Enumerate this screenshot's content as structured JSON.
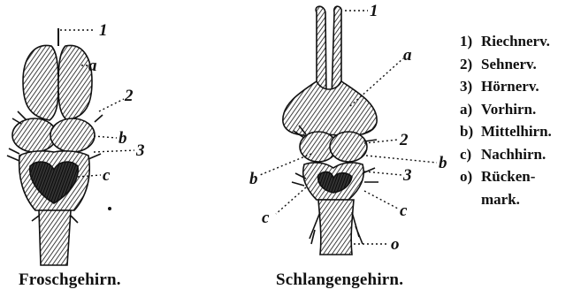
{
  "figure": {
    "frog": {
      "caption": "Froschgehirn.",
      "labels": {
        "n1": "1",
        "a": "a",
        "n2": "2",
        "b": "b",
        "n3": "3",
        "c": "c"
      }
    },
    "snake": {
      "caption": "Schlangengehirn.",
      "labels": {
        "n1": "1",
        "a": "a",
        "n2": "2",
        "b_left": "b",
        "b_right": "b",
        "n3": "3",
        "c_left": "c",
        "c_right": "c",
        "o": "o"
      }
    },
    "legend": [
      {
        "key": "1)",
        "text": "Riechnerv."
      },
      {
        "key": "2)",
        "text": "Sehnerv."
      },
      {
        "key": "3)",
        "text": "Hörnerv."
      },
      {
        "key": "a)",
        "text": "Vorhirn."
      },
      {
        "key": "b)",
        "text": "Mittelhirn."
      },
      {
        "key": "c)",
        "text": "Nachhirn."
      },
      {
        "key": "o)",
        "text": "Rücken-",
        "continuation": "mark."
      }
    ]
  }
}
